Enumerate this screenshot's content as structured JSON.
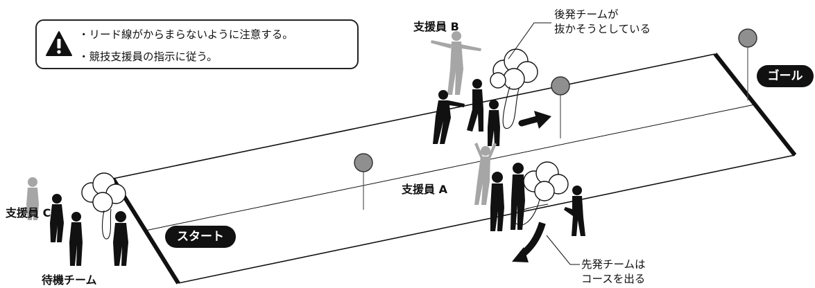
{
  "caution": {
    "icon": "warning-icon",
    "rules": [
      "・リード線がからまらないように注意する。",
      "・競技支援員の指示に従う。"
    ]
  },
  "labels": {
    "supporter_b": "支援員 B",
    "supporter_a": "支援員 A",
    "supporter_c": "支援員 C",
    "waiting_team": "待機チーム",
    "start": "スタート",
    "goal": "ゴール"
  },
  "callouts": {
    "overtaking": [
      "後発チームが",
      "抜かそうとしている"
    ],
    "exiting": [
      "先発チームは",
      "コースを出る"
    ]
  },
  "colors": {
    "ink": "#111111",
    "ghost": "#a6a6a6",
    "balloon": "#8f8f8f"
  }
}
